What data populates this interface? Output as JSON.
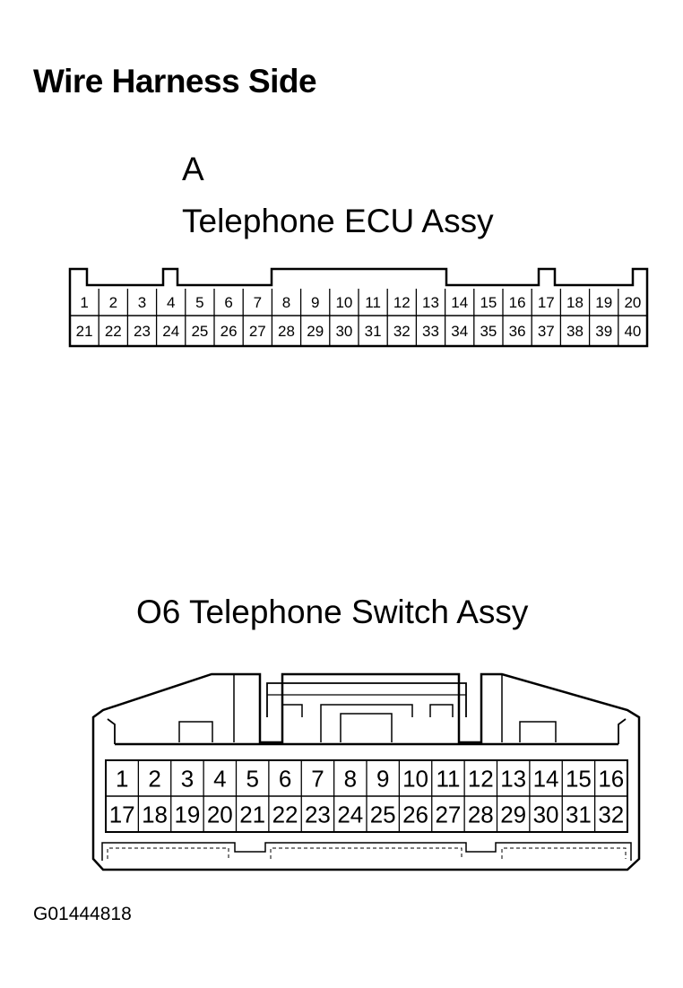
{
  "title": "Wire Harness Side",
  "connector_a": {
    "letter": "A",
    "name": "Telephone ECU Assy",
    "row1": [
      "1",
      "2",
      "3",
      "4",
      "5",
      "6",
      "7",
      "8",
      "9",
      "10",
      "11",
      "12",
      "13",
      "14",
      "15",
      "16",
      "17",
      "18",
      "19",
      "20"
    ],
    "row2": [
      "21",
      "22",
      "23",
      "24",
      "25",
      "26",
      "27",
      "28",
      "29",
      "30",
      "31",
      "32",
      "33",
      "34",
      "35",
      "36",
      "37",
      "38",
      "39",
      "40"
    ]
  },
  "connector_o6": {
    "name": "O6 Telephone Switch Assy",
    "row1": [
      "1",
      "2",
      "3",
      "4",
      "5",
      "6",
      "7",
      "8",
      "9",
      "10",
      "11",
      "12",
      "13",
      "14",
      "15",
      "16"
    ],
    "row2": [
      "17",
      "18",
      "19",
      "20",
      "21",
      "22",
      "23",
      "24",
      "25",
      "26",
      "27",
      "28",
      "29",
      "30",
      "31",
      "32"
    ]
  },
  "figure_code": "G01444818"
}
